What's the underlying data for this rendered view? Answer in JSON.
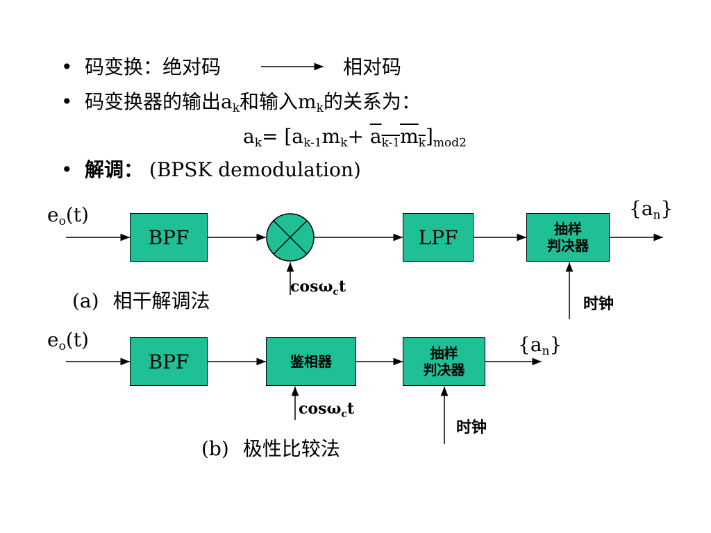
{
  "bullets": {
    "b1": {
      "label": "码变换：绝对码",
      "target": "相对码"
    },
    "b2": {
      "pre": "码变换器的输出a",
      "sub1": "k",
      "mid": "和输入m",
      "sub2": "k",
      "post": "的关系为："
    },
    "formula": {
      "p1": "a",
      "s1": "k",
      "p2": "= [a",
      "s2": "k-1",
      "p3": "m",
      "s3": "k",
      "p4": "+ ",
      "p5": "a",
      "s5": "k-1",
      "p6": "m",
      "s6": "k",
      "p7": "]",
      "s7": "mod2"
    },
    "b3": {
      "bold": "解调：",
      "rest": " (BPSK demodulation)"
    }
  },
  "diagram_a": {
    "input": {
      "base": "e",
      "sub": "o",
      "rest": "(t)"
    },
    "bpf": "BPF",
    "lpf": "LPF",
    "decider": [
      "抽样",
      "判决器"
    ],
    "carrier": {
      "base": "cosω",
      "sub": "c",
      "rest": "t"
    },
    "clock": "时钟",
    "output": {
      "pre": "{a",
      "sub": "n",
      "post": "}"
    },
    "caption": {
      "tag": "(a)",
      "text": "相干解调法"
    }
  },
  "diagram_b": {
    "input": {
      "base": "e",
      "sub": "o",
      "rest": "(t)"
    },
    "bpf": "BPF",
    "phase_detector": "鉴相器",
    "decider": [
      "抽样",
      "判决器"
    ],
    "carrier": {
      "base": "cosω",
      "sub": "c",
      "rest": "t"
    },
    "clock": "时钟",
    "output": {
      "pre": "{a",
      "sub": "n",
      "post": "}"
    },
    "caption": {
      "tag": "(b)",
      "text": "极性比较法"
    }
  },
  "colors": {
    "block_fill": "#1fc096",
    "stroke": "#000000"
  }
}
